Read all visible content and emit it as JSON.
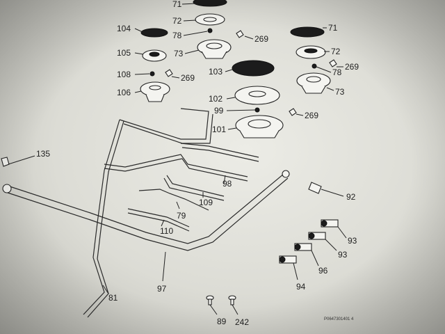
{
  "diagram": {
    "reference_code": "P0647301401 4",
    "labels": {
      "p71_top": "71",
      "p72_top": "72",
      "p78_top": "78",
      "p104": "104",
      "p269_a": "269",
      "p71_right": "71",
      "p105": "105",
      "p73_mid": "73",
      "p72_right": "72",
      "p108": "108",
      "p269_b": "269",
      "p103": "103",
      "p78_right": "78",
      "p269_c": "269",
      "p106": "106",
      "p73_right": "73",
      "p102": "102",
      "p99": "99",
      "p269_d": "269",
      "p101": "101",
      "p135": "135",
      "p98": "98",
      "p92": "92",
      "p109": "109",
      "p79": "79",
      "p110": "110",
      "p93_a": "93",
      "p93_b": "93",
      "p96": "96",
      "p97": "97",
      "p94": "94",
      "p81": "81",
      "p89": "89",
      "p242": "242"
    }
  }
}
